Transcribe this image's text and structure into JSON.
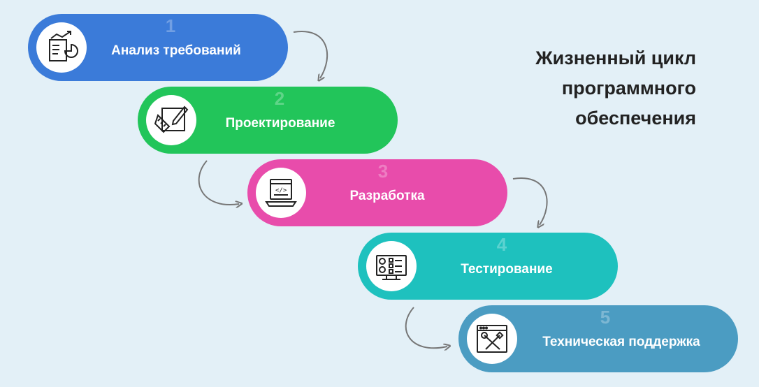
{
  "title_lines": [
    "Жизненный цикл",
    "программного",
    "обеспечения"
  ],
  "steps": [
    {
      "number": "1",
      "label": "Анализ требований",
      "color": "#3b7bd9",
      "icon": "analytics-chart-icon"
    },
    {
      "number": "2",
      "label": "Проектирование",
      "color": "#22c55a",
      "icon": "design-pencil-ruler-icon"
    },
    {
      "number": "3",
      "label": "Разработка",
      "color": "#e84cab",
      "icon": "laptop-code-icon"
    },
    {
      "number": "4",
      "label": "Тестирование",
      "color": "#1ec1be",
      "icon": "testing-checklist-icon"
    },
    {
      "number": "5",
      "label": "Техническая поддержка",
      "color": "#4b9cc2",
      "icon": "tools-wrench-screwdriver-icon"
    }
  ],
  "colors": {
    "background": "#e3f0f7",
    "arrow": "#777777",
    "text": "#222222"
  }
}
